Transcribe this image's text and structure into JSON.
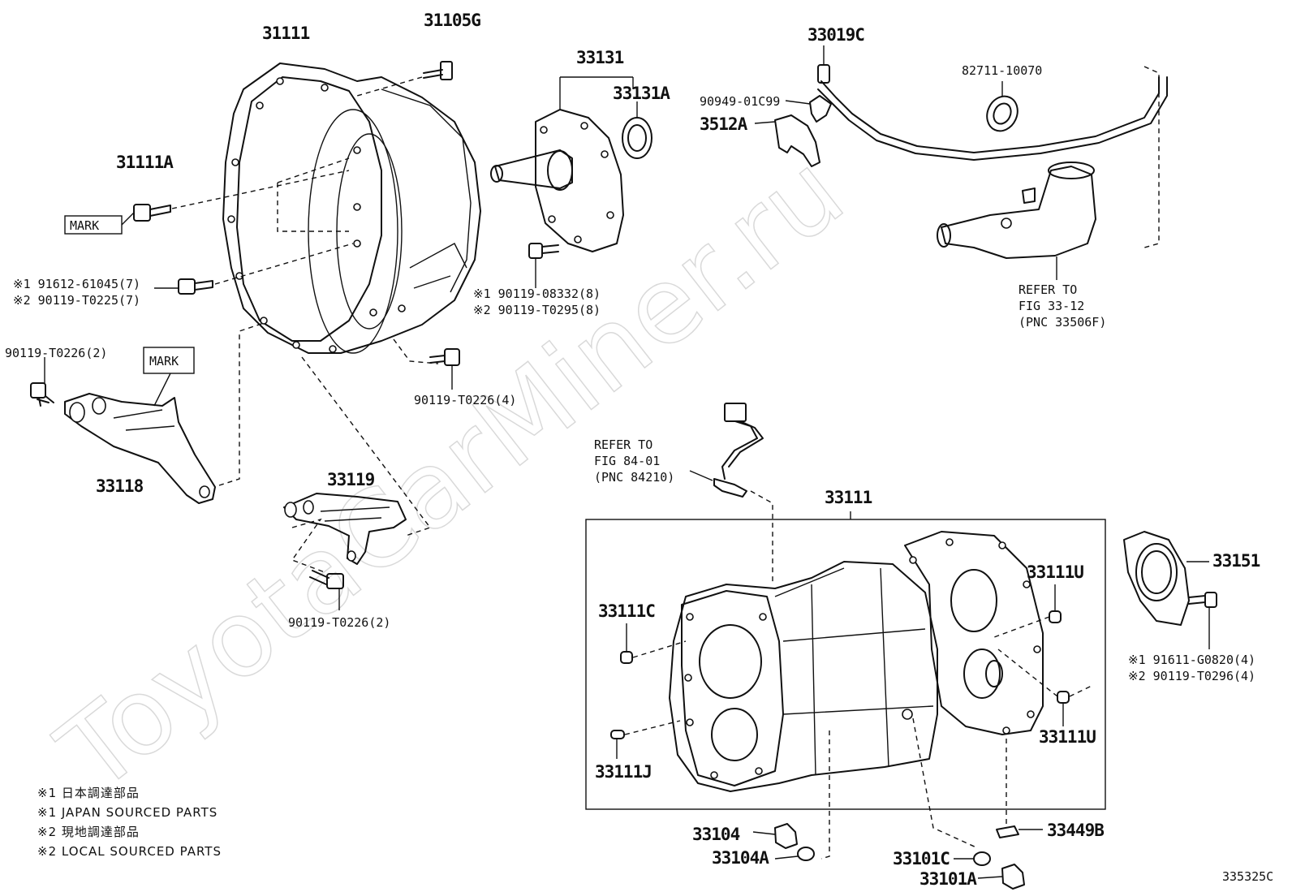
{
  "watermark": "ToyotaCarMiner.ru",
  "figure_code": "335325C",
  "mark_label": "MARK",
  "parts": {
    "p31111_top": "31111",
    "p31105G": "31105G",
    "p31111A": "31111A",
    "p33131": "33131",
    "p33131A": "33131A",
    "p33019C": "33019C",
    "p82711": "82711-10070",
    "p90949": "90949-01C99",
    "p3512A": "3512A",
    "p33118": "33118",
    "p33119": "33119",
    "p33111_box": "33111",
    "p33111U_a": "33111U",
    "p33111U_b": "33111U",
    "p33111C": "33111C",
    "p33111J": "33111J",
    "p33151": "33151",
    "p33104": "33104",
    "p33104A": "33104A",
    "p33101C": "33101C",
    "p33101A": "33101A",
    "p33449B": "33449B"
  },
  "bolts": {
    "b1_line1": "※1 91612-61045(7)",
    "b1_line2": "※2 90119-T0225(7)",
    "b2_line1": "※1  90119-08332(8)",
    "b2_line2": "※2  90119-T0295(8)",
    "b3": "90119-T0226(2)",
    "b4": "90119-T0226(4)",
    "b5": "90119-T0226(2)",
    "b6_line1": "※1 91611-G0820(4)",
    "b6_line2": "※2 90119-T0296(4)"
  },
  "refs": {
    "r1_line1": "REFER TO",
    "r1_line2": "FIG 33-12",
    "r1_line3": "(PNC 33506F)",
    "r2_line1": "REFER TO",
    "r2_line2": "FIG 84-01",
    "r2_line3": "(PNC 84210)"
  },
  "legend": [
    "※1 日本調達部品",
    "※1 JAPAN SOURCED PARTS",
    "※2 現地調達部品",
    "※2 LOCAL SOURCED PARTS"
  ]
}
